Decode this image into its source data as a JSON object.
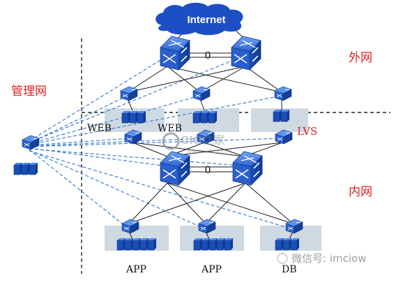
{
  "labels": {
    "internet": "Internet",
    "external_zone": "外网",
    "management_zone": "管理网",
    "internal_zone": "内网",
    "web_1": "WEB",
    "web_2": "WEB",
    "lvs": "LVS",
    "app_1": "APP",
    "app_2": "APP",
    "db": "DB",
    "link_agg_top": "0",
    "link_agg_core": "0"
  },
  "watermarks": {
    "center_logo": "CIO之家",
    "center_url": "www.cioz.com",
    "wechat": "微信号: imciow"
  },
  "colors": {
    "zone_label": "#e0201d",
    "device_blue": "#1b4fb8",
    "cloud_blue": "#1d4fc4",
    "management_link": "#3f7fd0",
    "server_tray": "#cfd9e2"
  },
  "icons": {
    "core_switch": "switch-cube-icon",
    "access_switch": "switch-small-icon",
    "servers": "server-rack-icon",
    "cloud": "cloud-icon"
  }
}
